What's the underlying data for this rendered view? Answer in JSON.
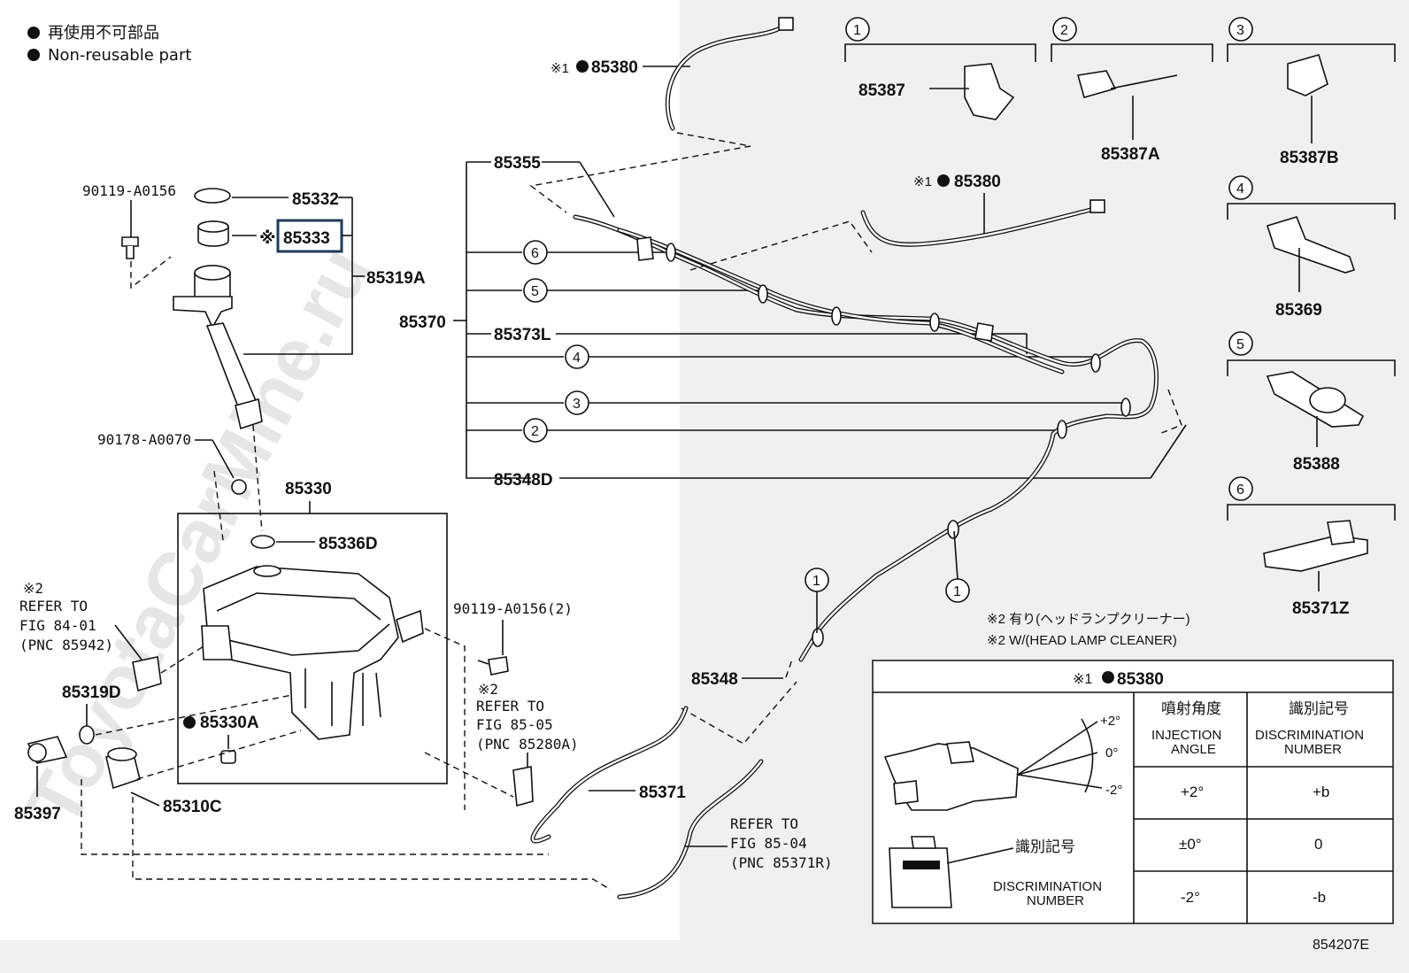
{
  "legend": {
    "jp": "再使用不可部品",
    "en": "Non-reusable part"
  },
  "watermark": "ToyotaCarMine.ru",
  "diagram_code": "854207E",
  "parts": {
    "p90119_a0156": "90119-A0156",
    "p85332": "85332",
    "p85333_mark": "※",
    "p85333": "85333",
    "p85319a": "85319A",
    "p90178_a0070": "90178-A0070",
    "p85330": "85330",
    "p85336d": "85336D",
    "p85319d": "85319D",
    "p85330a": "85330A",
    "p85397": "85397",
    "p85310c": "85310C",
    "p90119_a0156_2": "90119-A0156(2)",
    "p85380_a": "85380",
    "p85380_a_mark": "※1",
    "p85380_b": "85380",
    "p85380_b_mark": "※1",
    "p85355": "85355",
    "p85370": "85370",
    "p85373l": "85373L",
    "p85348d": "85348D",
    "p85348": "85348",
    "p85371": "85371",
    "p85387": "85387",
    "p85387a": "85387A",
    "p85387b": "85387B",
    "p85369": "85369",
    "p85388": "85388",
    "p85371z": "85371Z"
  },
  "refs": {
    "left": {
      "mark": "※2",
      "line1": "REFER TO",
      "line2": "FIG 84-01",
      "line3": "(PNC 85942)"
    },
    "mid": {
      "mark": "※2",
      "line1": "REFER TO",
      "line2": "FIG 85-05",
      "line3": "(PNC 85280A)"
    },
    "right": {
      "line1": "REFER TO",
      "line2": "FIG 85-04",
      "line3": "(PNC 85371R)"
    }
  },
  "callouts": {
    "c1": "1",
    "c2": "2",
    "c3": "3",
    "c4": "4",
    "c5": "5",
    "c6": "6"
  },
  "notes": {
    "jp": "※2 有り(ヘッドランプクリーナー)",
    "en": "※2 W/(HEAD LAMP CLEANER)"
  },
  "table": {
    "title_mark": "※1",
    "title_part": "85380",
    "col1_jp": "噴射角度",
    "col1_en_1": "INJECTION",
    "col1_en_2": "ANGLE",
    "col2_jp": "識別記号",
    "col2_en_1": "DISCRIMINATION",
    "col2_en_2": "NUMBER",
    "rows": [
      {
        "angle": "+2°",
        "mark": "+b"
      },
      {
        "angle": "±0°",
        "mark": "0"
      },
      {
        "angle": "-2°",
        "mark": "-b"
      }
    ],
    "fig_angle_plus": "+2°",
    "fig_angle_zero": "0°",
    "fig_angle_minus": "-2°",
    "fig_label_jp": "識別記号",
    "fig_label_en_1": "DISCRIMINATION",
    "fig_label_en_2": "NUMBER"
  }
}
